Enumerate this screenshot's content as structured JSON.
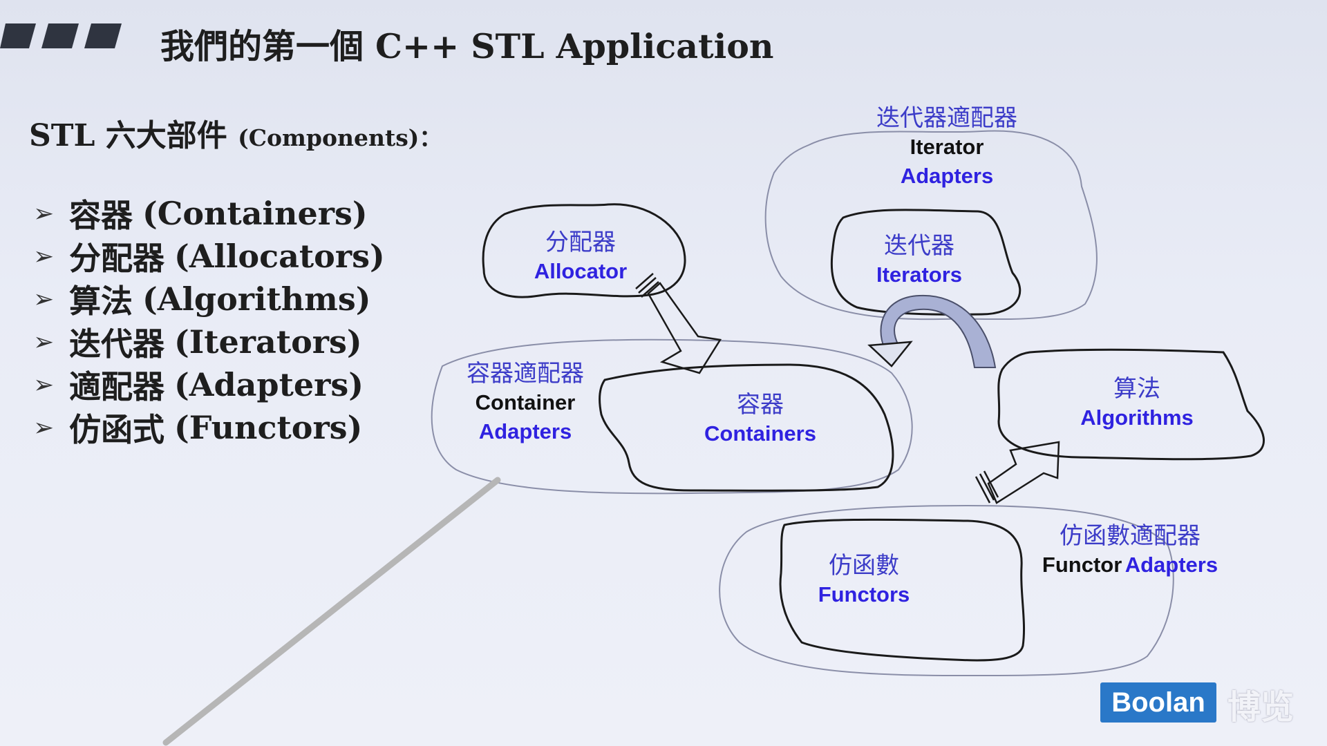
{
  "slide": {
    "title": "我們的第一個 C++ STL Application",
    "subtitle_main": "STL 六大部件",
    "subtitle_small": "(Components)：",
    "list": [
      {
        "zh": "容器",
        "en": "(Containers)"
      },
      {
        "zh": "分配器",
        "en": "(Allocators)"
      },
      {
        "zh": "算法",
        "en": "(Algorithms)"
      },
      {
        "zh": "迭代器",
        "en": "(Iterators)"
      },
      {
        "zh": "適配器",
        "en": "(Adapters)"
      },
      {
        "zh": "仿函式",
        "en": "(Functors)"
      }
    ],
    "bullet_symbol": "➢"
  },
  "diagram": {
    "allocator": {
      "zh": "分配器",
      "en": "Allocator"
    },
    "iterators": {
      "zh": "迭代器",
      "en": "Iterators"
    },
    "iterator_adapters": {
      "zh": "迭代器適配器",
      "en1": "Iterator",
      "en2": "Adapters"
    },
    "containers": {
      "zh": "容器",
      "en": "Containers"
    },
    "container_adapters": {
      "zh": "容器適配器",
      "en1": "Container",
      "en2": "Adapters"
    },
    "algorithms": {
      "zh": "算法",
      "en": "Algorithms"
    },
    "functors": {
      "zh": "仿函數",
      "en": "Functors"
    },
    "functor_adapters": {
      "zh": "仿函數適配器",
      "en1": "Functor",
      "en2": "Adapters"
    }
  },
  "logo": {
    "text": "Boolan",
    "zh": "博览",
    "color": "#2a78c8"
  },
  "colors": {
    "label_blue": "#2f22e0",
    "outline": "#1a1a1a",
    "adapter_outline": "#8a8ea8"
  }
}
